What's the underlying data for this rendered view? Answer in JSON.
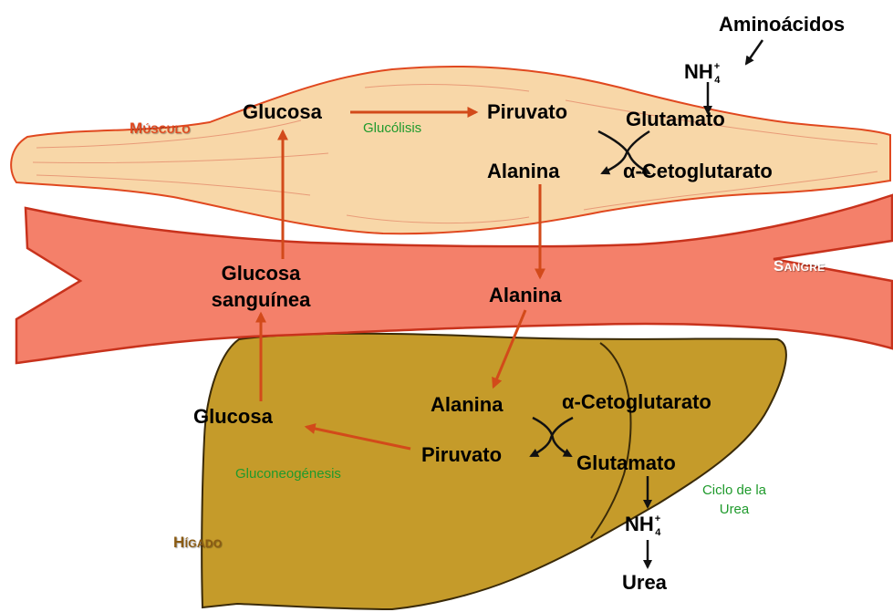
{
  "regions": {
    "muscle": "Músculo",
    "blood": "Sangre",
    "liver": "Hígado"
  },
  "muscle": {
    "glucose": "Glucosa",
    "glycolysis": "Glucólisis",
    "pyruvate": "Piruvato",
    "glutamate": "Glutamato",
    "alanine": "Alanina",
    "alpha_ketoglutarate": "α-Cetoglutarato",
    "amino_acids": "Aminoácidos",
    "ammonium": {
      "base": "NH",
      "charge": "+",
      "index": "4"
    }
  },
  "blood": {
    "glucose_line1": "Glucosa",
    "glucose_line2": "sanguínea",
    "alanine": "Alanina"
  },
  "liver": {
    "alanine": "Alanina",
    "alpha_ketoglutarate": "α-Cetoglutarato",
    "glucose": "Glucosa",
    "pyruvate": "Piruvato",
    "gluconeogenesis": "Gluconeogénesis",
    "glutamate": "Glutamato",
    "urea_cycle_line1": "Ciclo de la",
    "urea_cycle_line2": "Urea",
    "ammonium": {
      "base": "NH",
      "charge": "+",
      "index": "4"
    },
    "urea": "Urea"
  },
  "colors": {
    "muscle_fill": "#f8d7a8",
    "muscle_outline": "#e0481f",
    "blood_fill": "#f4806a",
    "blood_outline": "#c8321c",
    "liver_fill": "#c59b2a",
    "liver_outline": "#3a2a08",
    "pathway_arrow": "#d24a1a",
    "process_label": "#1f9a2c"
  }
}
